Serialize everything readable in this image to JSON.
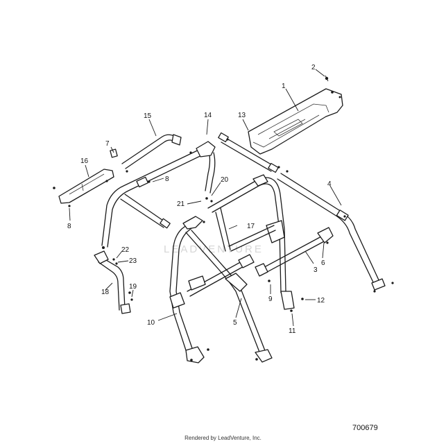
{
  "callouts": [
    {
      "id": "c1",
      "label": "1"
    },
    {
      "id": "c2",
      "label": "2"
    },
    {
      "id": "c3",
      "label": "3"
    },
    {
      "id": "c4",
      "label": "4"
    },
    {
      "id": "c5",
      "label": "5"
    },
    {
      "id": "c6",
      "label": "6"
    },
    {
      "id": "c7",
      "label": "7"
    },
    {
      "id": "c8a",
      "label": "8"
    },
    {
      "id": "c8b",
      "label": "8"
    },
    {
      "id": "c9",
      "label": "9"
    },
    {
      "id": "c10",
      "label": "10"
    },
    {
      "id": "c11",
      "label": "11"
    },
    {
      "id": "c12",
      "label": "12"
    },
    {
      "id": "c13",
      "label": "13"
    },
    {
      "id": "c14",
      "label": "14"
    },
    {
      "id": "c15",
      "label": "15"
    },
    {
      "id": "c16",
      "label": "16"
    },
    {
      "id": "c17",
      "label": "17"
    },
    {
      "id": "c18",
      "label": "18"
    },
    {
      "id": "c19",
      "label": "19"
    },
    {
      "id": "c20",
      "label": "20"
    },
    {
      "id": "c21",
      "label": "21"
    },
    {
      "id": "c22",
      "label": "22"
    },
    {
      "id": "c23",
      "label": "23"
    }
  ],
  "figure_id": "700679",
  "footer_text": "Rendered by LeadVenture, Inc.",
  "watermark_text": "LEADVENTURE"
}
